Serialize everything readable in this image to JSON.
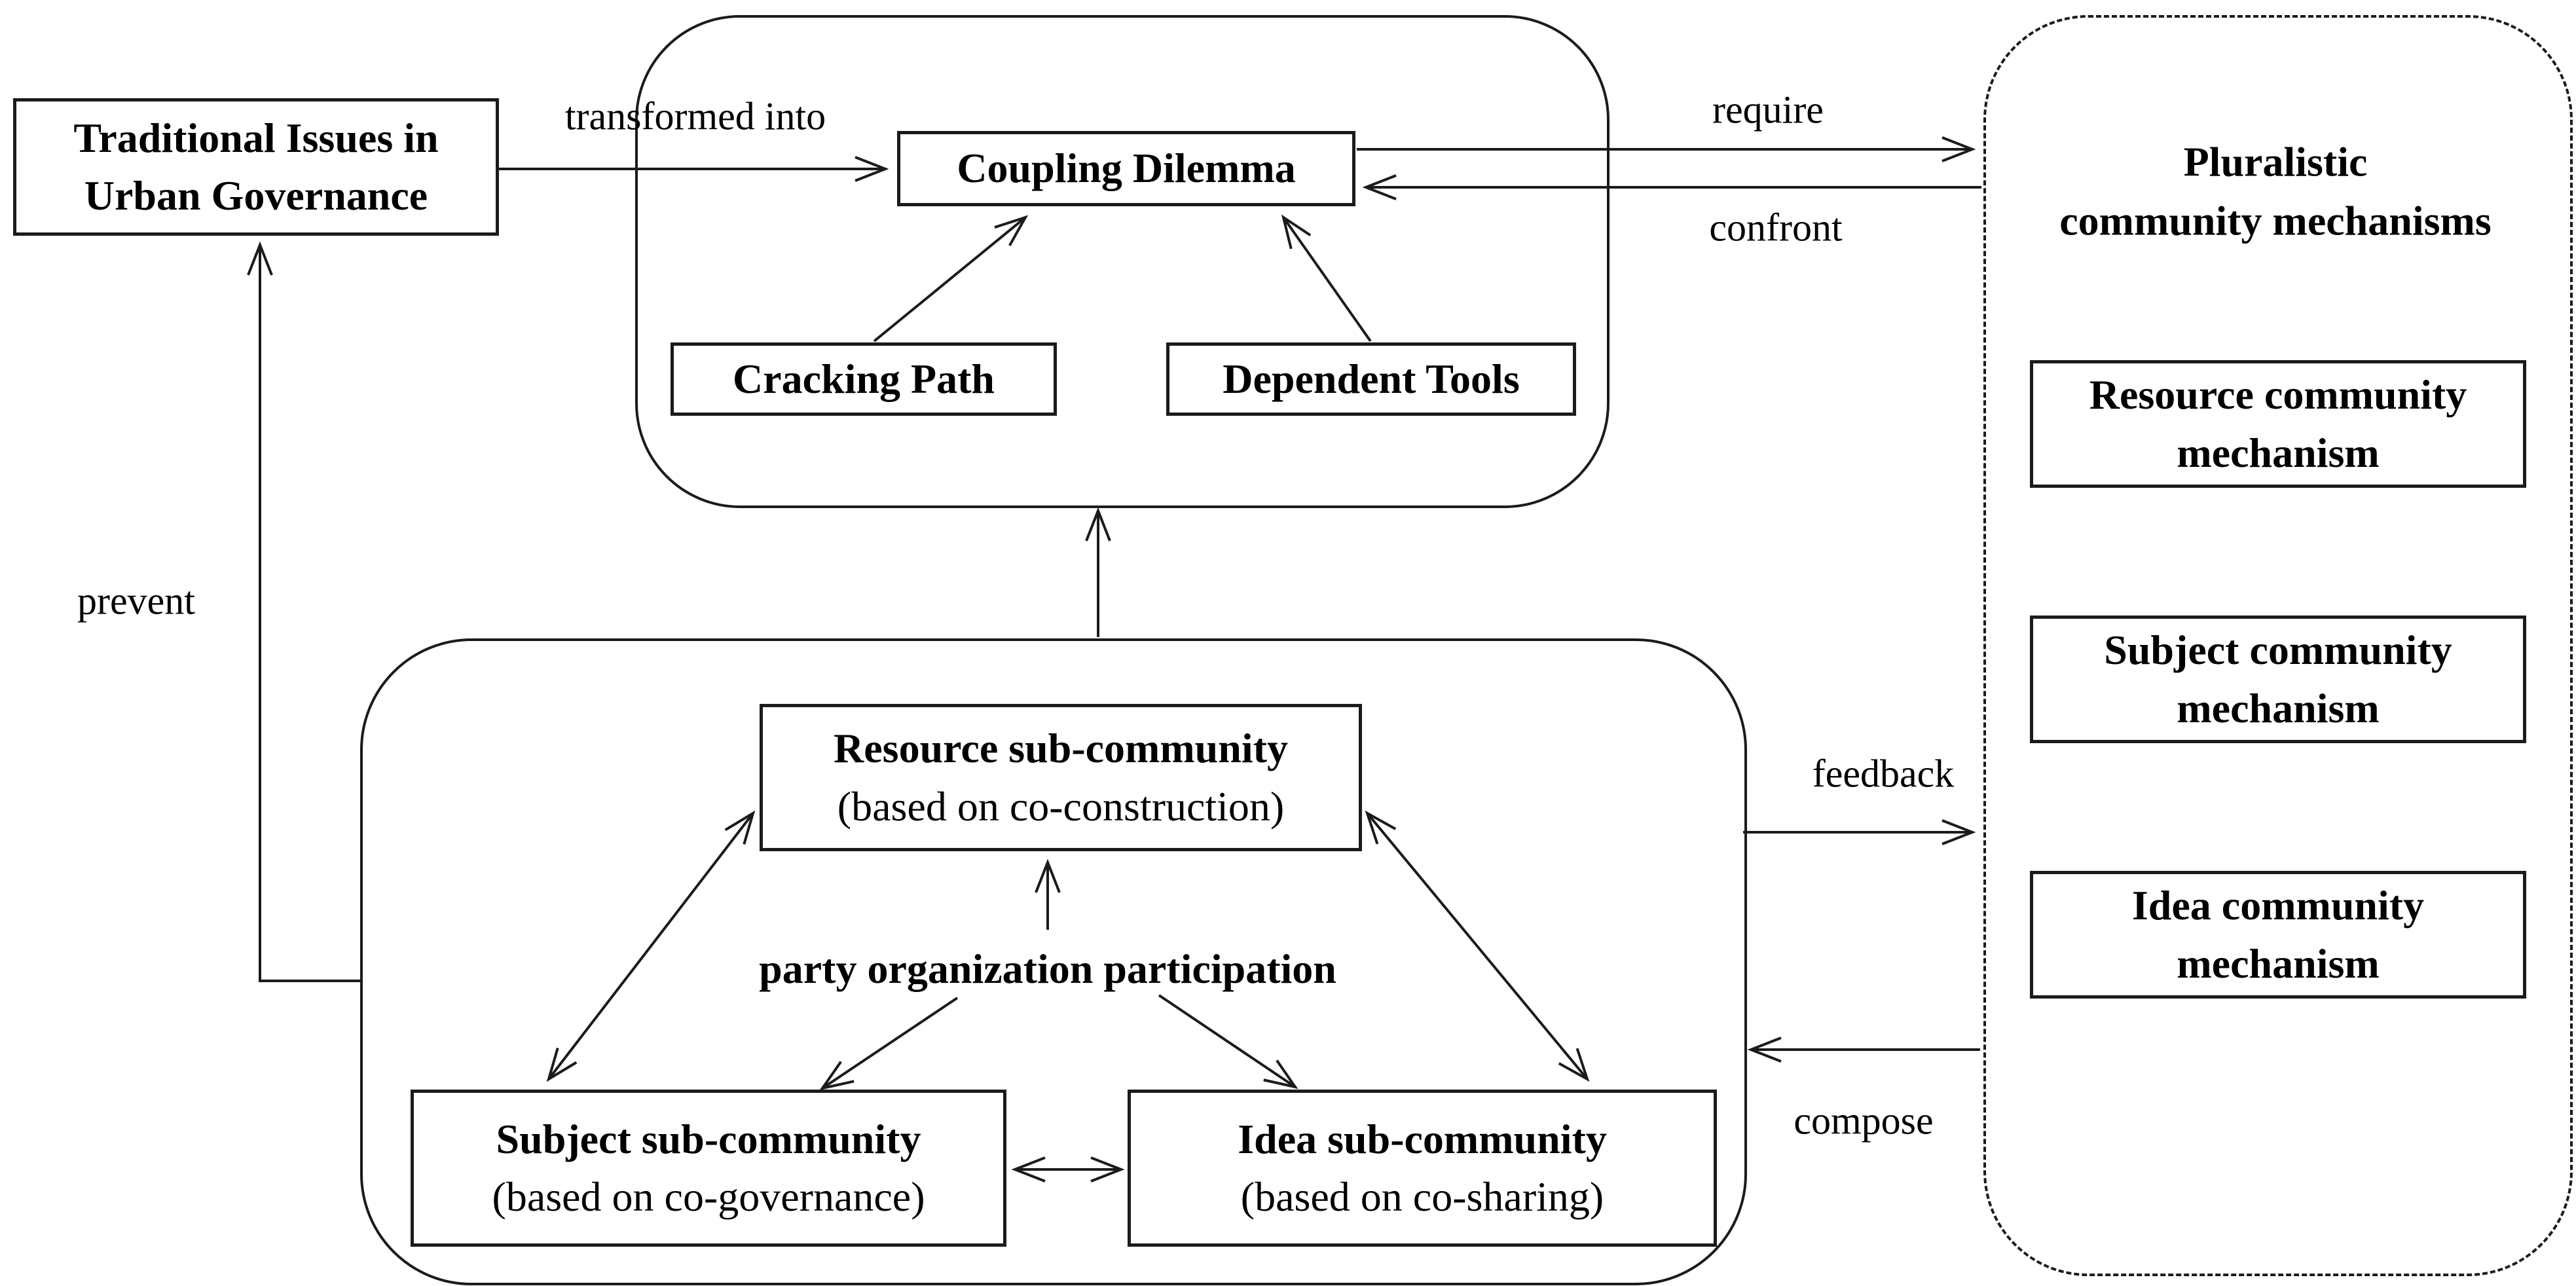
{
  "nodes": {
    "traditional_issues": {
      "line1": "Traditional Issues in",
      "line2": "Urban Governance"
    },
    "coupling_dilemma": {
      "label": "Coupling Dilemma"
    },
    "cracking_path": {
      "label": "Cracking Path"
    },
    "dependent_tools": {
      "label": "Dependent Tools"
    }
  },
  "pluralistic_panel": {
    "title_line1": "Pluralistic",
    "title_line2": "community mechanisms",
    "boxes": [
      {
        "line1": "Resource community",
        "line2": "mechanism"
      },
      {
        "line1": "Subject community",
        "line2": "mechanism"
      },
      {
        "line1": "Idea community",
        "line2": "mechanism"
      }
    ]
  },
  "community_panel": {
    "center_label": "party organization participation",
    "resource_sub": {
      "title": "Resource sub-community",
      "subtitle": "(based on co-construction)"
    },
    "subject_sub": {
      "title": "Subject sub-community",
      "subtitle": "(based on co-governance)"
    },
    "idea_sub": {
      "title": "Idea sub-community",
      "subtitle": "(based on co-sharing)"
    }
  },
  "edge_labels": {
    "transformed_into": "transformed into",
    "require": "require",
    "confront": "confront",
    "prevent": "prevent",
    "feedback": "feedback",
    "compose": "compose"
  },
  "colors": {
    "ink": "#1b1b1b",
    "background": "#ffffff"
  }
}
